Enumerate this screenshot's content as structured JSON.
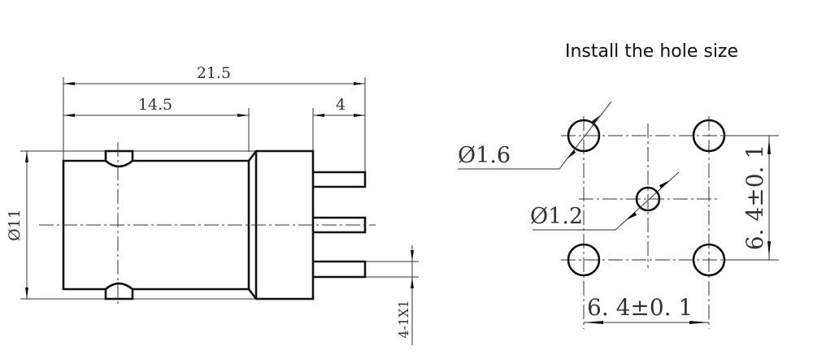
{
  "title": "Install the hole size",
  "side_view": {
    "overall_length": "21.5",
    "body_length": "14.5",
    "pin_length": "4",
    "diameter": "Ø11",
    "pins": "4-1X1"
  },
  "hole_layout": {
    "large_hole_diameter": "Ø1.6",
    "small_hole_diameter": "Ø1.2",
    "horizontal_spacing": "6. 4±0. 1",
    "vertical_spacing": "6. 4±0. 1"
  }
}
